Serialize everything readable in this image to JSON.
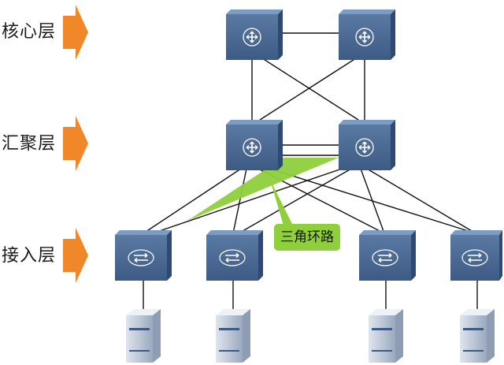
{
  "layers": {
    "core": "核心层",
    "aggregation": "汇聚层",
    "access": "接入层"
  },
  "callout": {
    "text": "三角环路"
  },
  "colors": {
    "arrow": "#f0882a",
    "device_front": "#4b6a93",
    "device_top": "#6f8fb7",
    "device_side": "#34507a",
    "loop_fill": "#8fcf3c",
    "callout_fill": "#8fcf3c",
    "link": "#111111"
  },
  "icons": {
    "core_switch": "router-icon",
    "aggregation_switch": "router-icon",
    "access_switch": "switch-icon",
    "server": "server-icon",
    "layer_marker": "arrow-right-icon"
  }
}
